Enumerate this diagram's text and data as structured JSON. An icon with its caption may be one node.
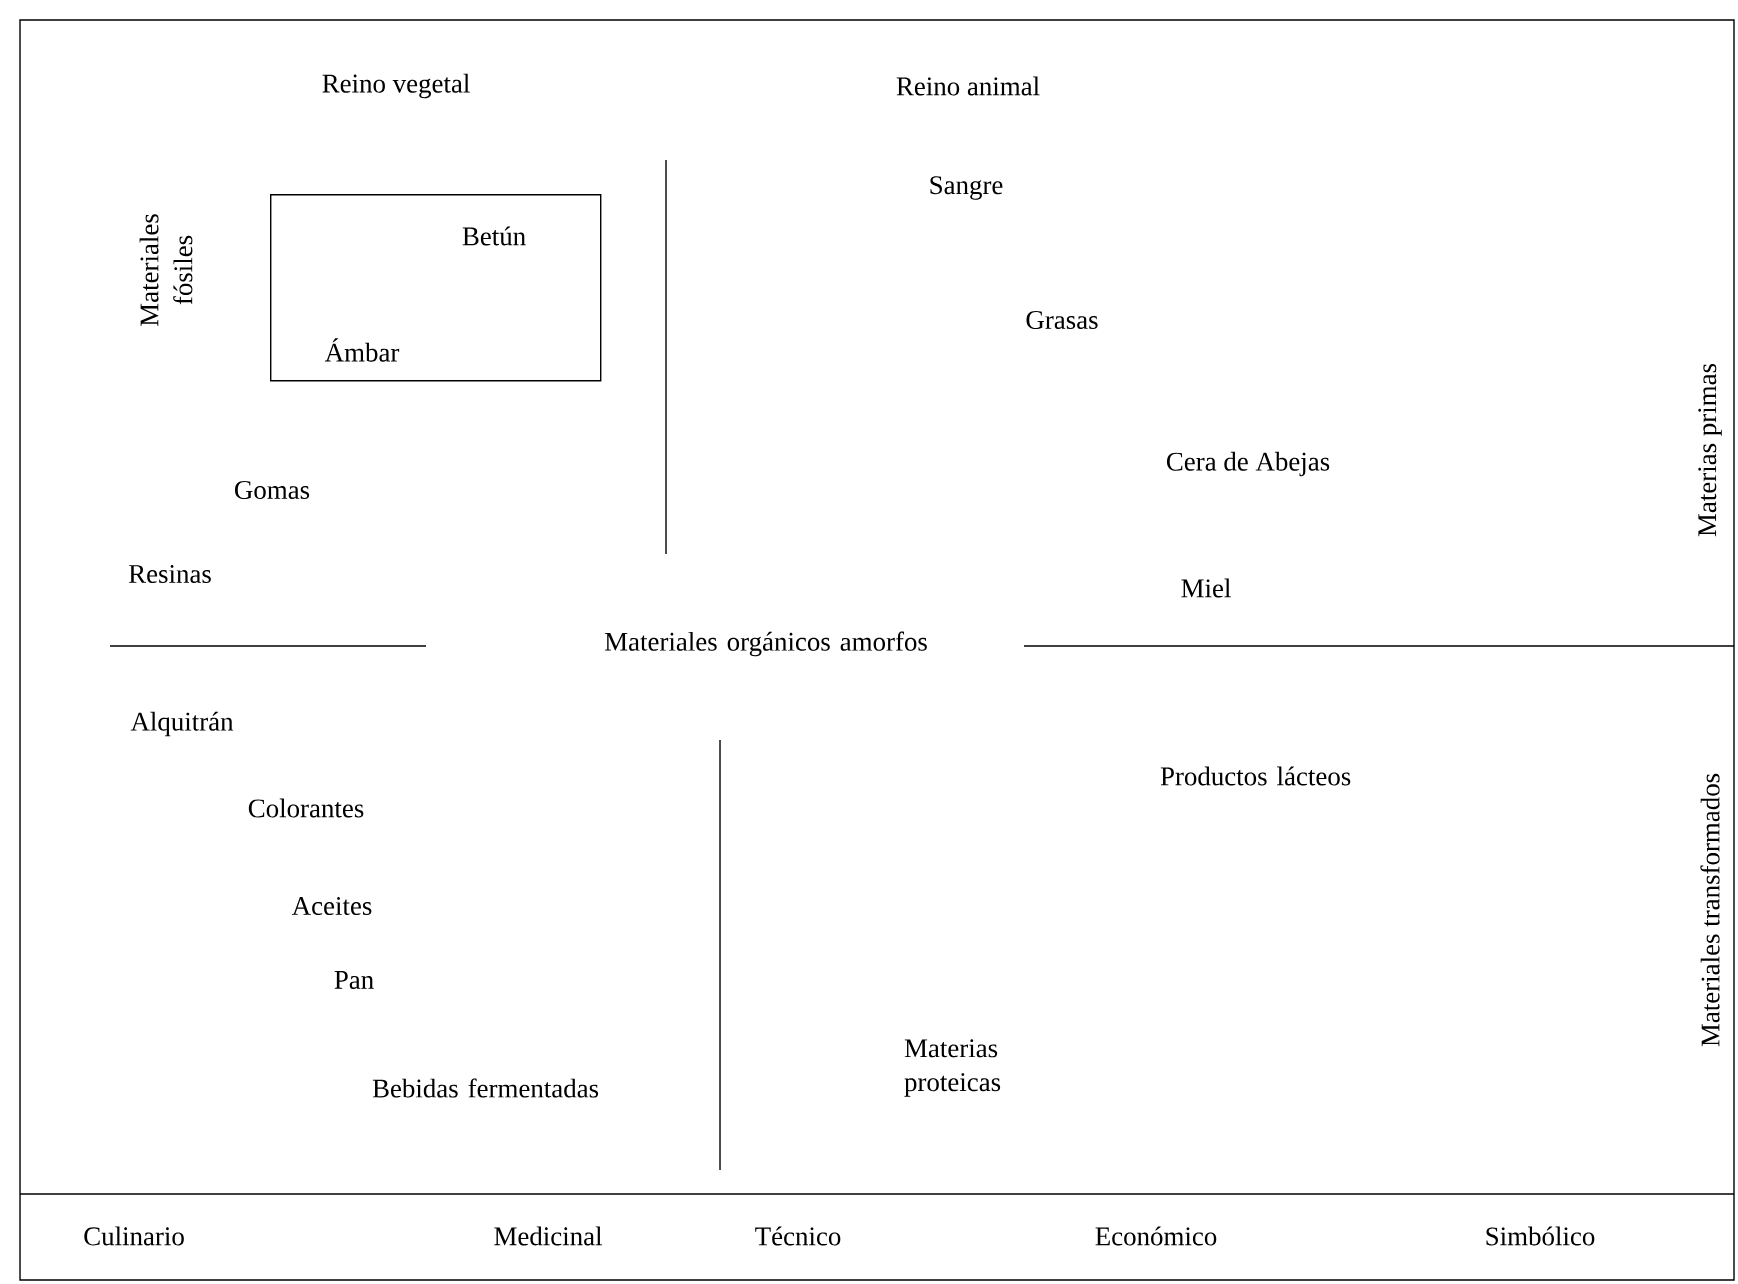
{
  "diagram": {
    "nodes": [
      {
        "text": [
          "Materiales fósiles",
          "Betún",
          "Ámbar"
        ]
      }
    ],
    "labels": [
      "Reino vegetal",
      "Reino animal",
      "Sangre",
      "Grasas",
      "Materias primas",
      "Cera de Abejas",
      "Gomas",
      "Resinas",
      "Miel",
      "Materiales orgánicos amorfos",
      "Alquitrán",
      "Productos lácteos",
      "Materiales transformados",
      "Colorantes",
      "Aceites",
      "Pan",
      "Materias proteicas",
      "Bebidas fermentadas",
      "Culinario",
      "Medicinal",
      "Técnico",
      "Económico",
      "Simbólico"
    ]
  }
}
